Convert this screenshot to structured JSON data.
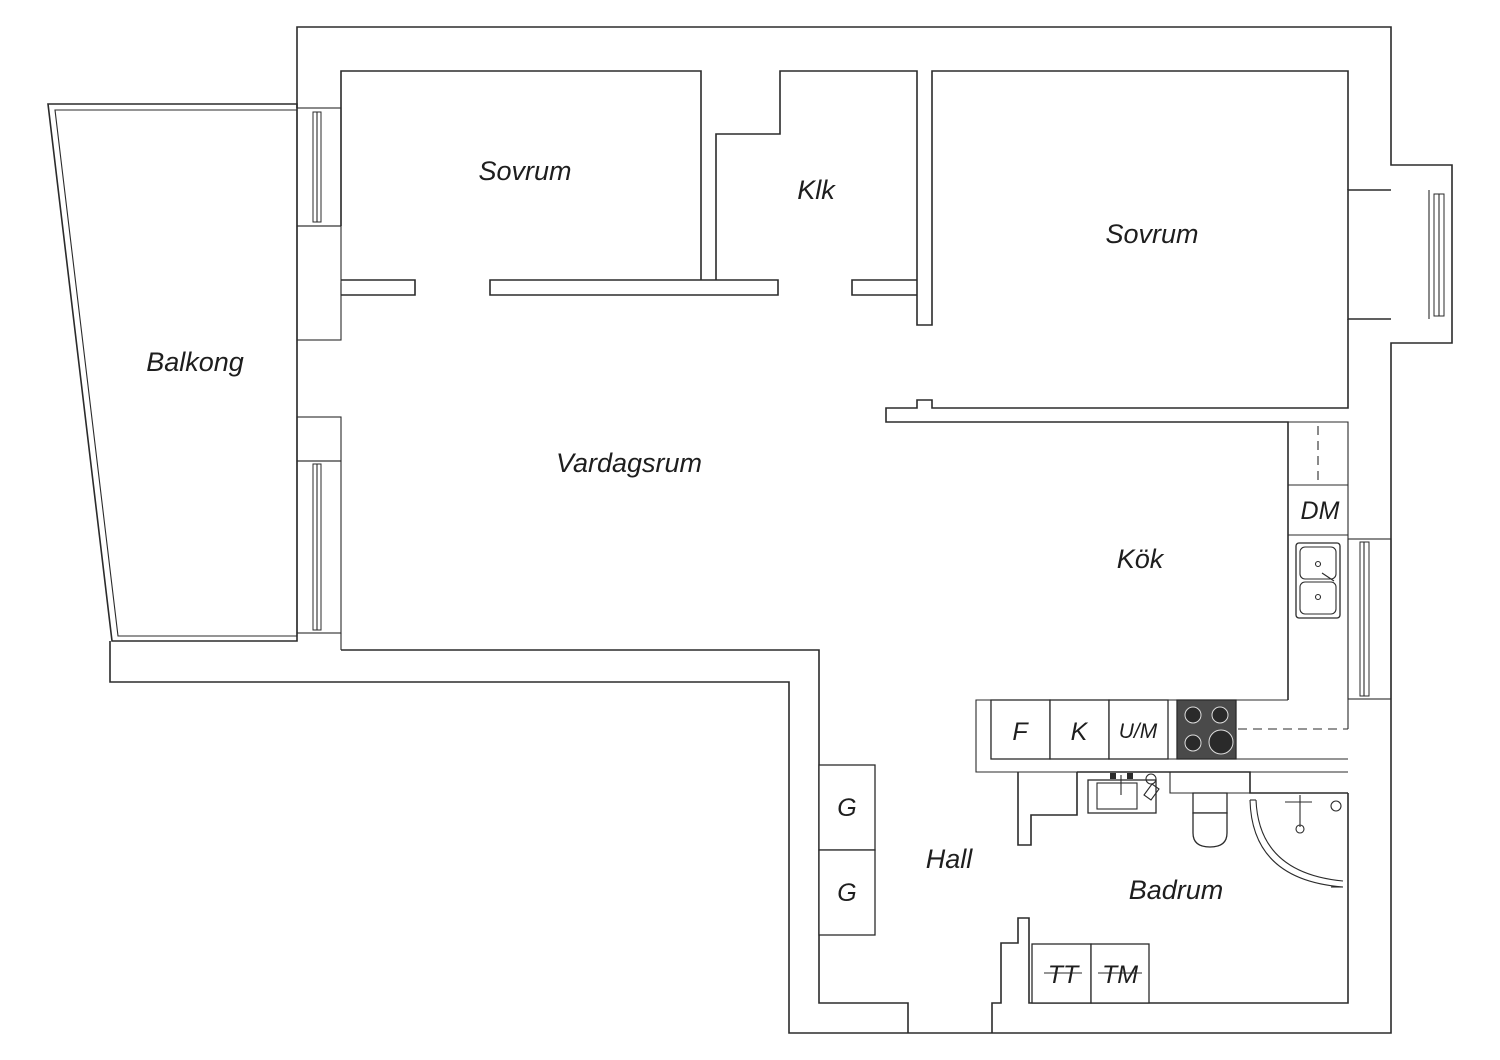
{
  "rooms": {
    "sovrum_west": "Sovrum",
    "klk": "Klk",
    "sovrum_east": "Sovrum",
    "balkong": "Balkong",
    "vardagsrum": "Vardagsrum",
    "kok": "Kök",
    "hall": "Hall",
    "badrum": "Badrum"
  },
  "appliances": {
    "dm": "DM",
    "f": "F",
    "k": "K",
    "um": "U/M",
    "g1": "G",
    "g2": "G",
    "tt": "TT",
    "tm": "TM"
  },
  "colors": {
    "line": "#2b2b2b",
    "stove": "#4a4a4a"
  }
}
